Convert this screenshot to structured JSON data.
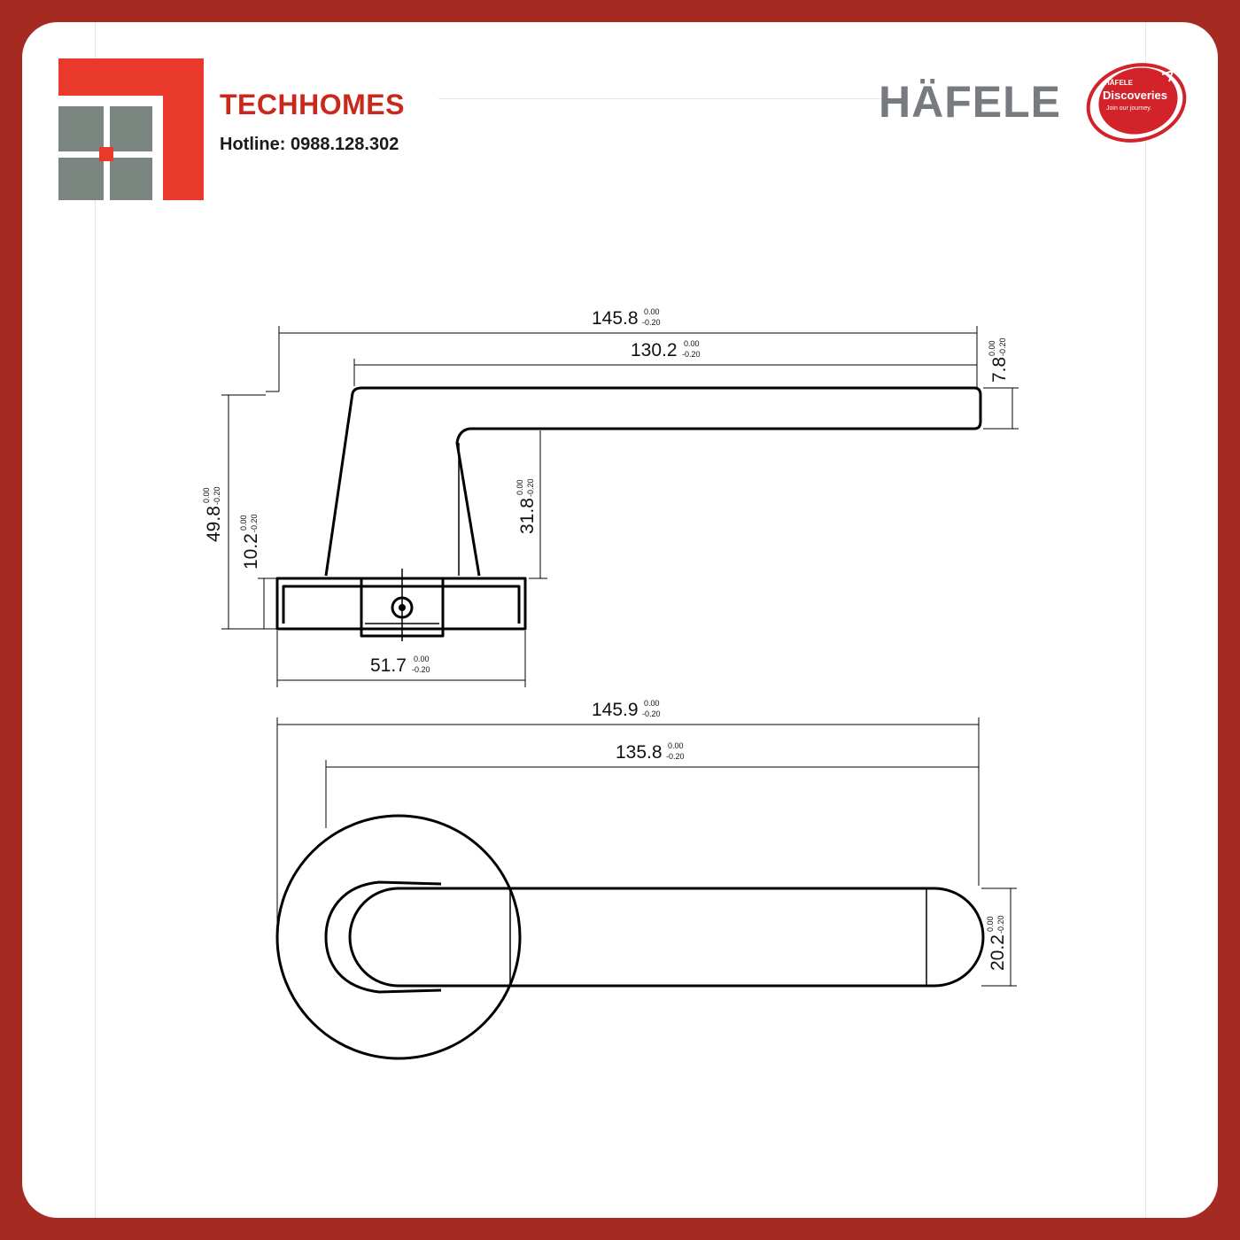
{
  "header": {
    "brand_name": "TECHHOMES",
    "hotline": "Hotline: 0988.128.302",
    "partner_name": "HÄFELE",
    "badge_brand": "HÄFELE",
    "badge_title": "Discoveries",
    "badge_tagline": "Join our journey."
  },
  "colors": {
    "frame": "#a52a22",
    "logo_red": "#e8392b",
    "logo_grey": "#7b8580",
    "brand_text": "#c9281c",
    "hafele_grey": "#777b80",
    "badge_red": "#d2232a"
  },
  "drawing": {
    "side_view": {
      "overall_length": {
        "value": "145.8",
        "tol_upper": "0.00",
        "tol_lower": "-0.20"
      },
      "lever_length": {
        "value": "130.2",
        "tol_upper": "0.00",
        "tol_lower": "-0.20"
      },
      "tip_thickness": {
        "value": "7.8",
        "tol_upper": "0.00",
        "tol_lower": "-0.20"
      },
      "overall_height": {
        "value": "49.8",
        "tol_upper": "0.00",
        "tol_lower": "-0.20"
      },
      "rose_height": {
        "value": "10.2",
        "tol_upper": "0.00",
        "tol_lower": "-0.20"
      },
      "neck_height": {
        "value": "31.8",
        "tol_upper": "0.00",
        "tol_lower": "-0.20"
      },
      "rose_width": {
        "value": "51.7",
        "tol_upper": "0.00",
        "tol_lower": "-0.20"
      }
    },
    "front_view": {
      "overall_length": {
        "value": "145.9",
        "tol_upper": "0.00",
        "tol_lower": "-0.20"
      },
      "lever_length": {
        "value": "135.8",
        "tol_upper": "0.00",
        "tol_lower": "-0.20"
      },
      "lever_width": {
        "value": "20.2",
        "tol_upper": "0.00",
        "tol_lower": "-0.20"
      }
    }
  }
}
